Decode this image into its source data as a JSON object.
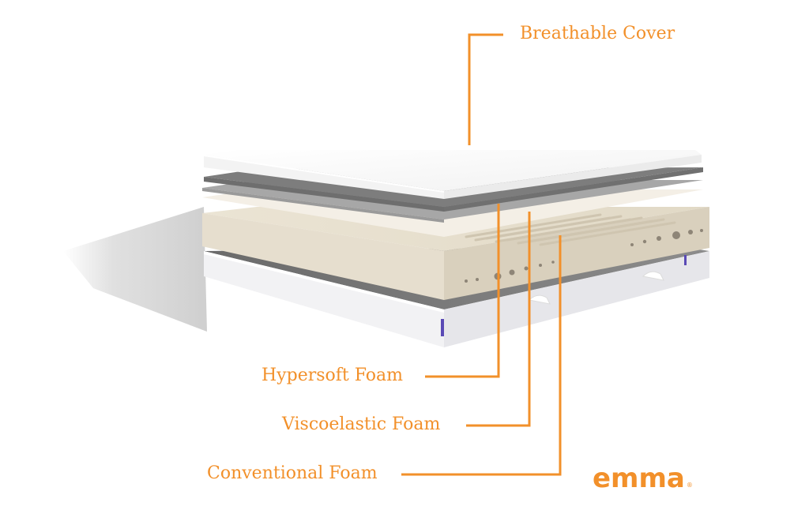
{
  "colors": {
    "accent": "#f2902a",
    "foam_light": "#e9e2d2",
    "foam_front": "#e4dccb",
    "foam_side": "#d9d0bd",
    "dark_layer": "#7a7a7a",
    "grey_layer": "#a9a9a9",
    "cover_white": "#ffffff",
    "base_white": "#f4f4f6",
    "base_accent": "#5a4ab5"
  },
  "labels": {
    "breathable_cover": "Breathable Cover",
    "hypersoft_foam": "Hypersoft Foam",
    "viscoelastic_foam": "Viscoelastic Foam",
    "conventional_foam": "Conventional Foam"
  },
  "brand": {
    "name": "emma",
    "registered_mark": "®"
  }
}
